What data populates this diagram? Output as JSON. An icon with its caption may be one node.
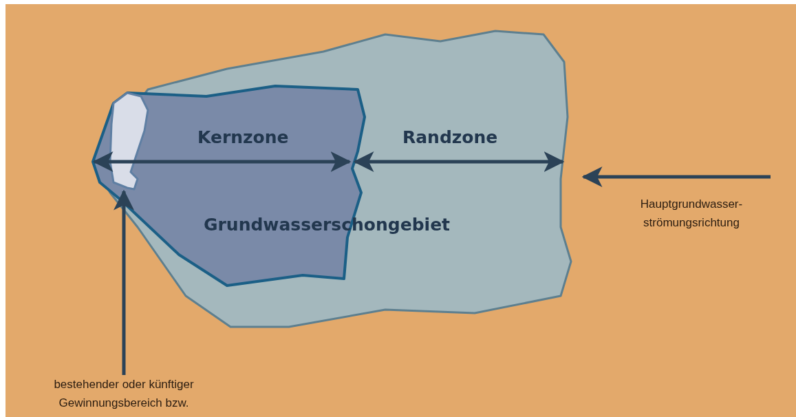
{
  "diagram": {
    "nodes": [
      {
        "text": [],
        "shape": "blob"
      },
      {
        "text": [
          "Kernzone"
        ],
        "in": 0
      },
      {
        "text": [],
        "shape": "blob",
        "in": 1
      },
      {
        "text": [
          "bestehender oder künftiger Gewinnungsbereich bzw."
        ]
      }
    ],
    "edges": [
      {
        "from": 3,
        "to": 2,
        "arrow": "to"
      }
    ],
    "labels": [
      "Randzone",
      "Grundwasserschongebiet",
      "Hauptgrundwasser- strömungsrichtung"
    ]
  }
}
